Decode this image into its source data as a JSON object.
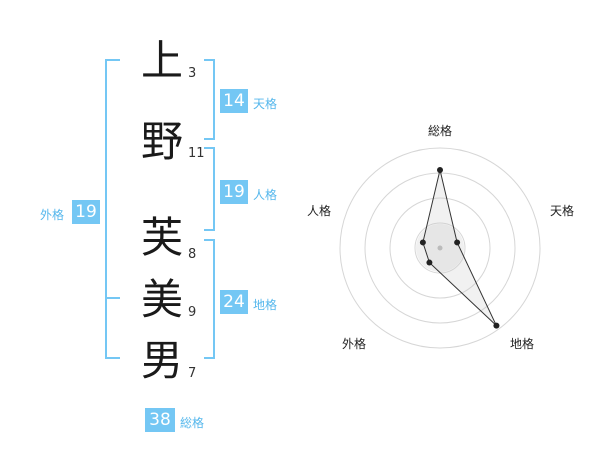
{
  "name": {
    "chars": [
      {
        "kanji": "上",
        "strokes": "3"
      },
      {
        "kanji": "野",
        "strokes": "11"
      },
      {
        "kanji": "芙",
        "strokes": "8"
      },
      {
        "kanji": "美",
        "strokes": "9"
      },
      {
        "kanji": "男",
        "strokes": "7"
      }
    ]
  },
  "kaku": {
    "ten": {
      "value": "14",
      "label": "天格"
    },
    "jin": {
      "value": "19",
      "label": "人格"
    },
    "chi": {
      "value": "24",
      "label": "地格"
    },
    "gai": {
      "value": "19",
      "label": "外格"
    },
    "sou": {
      "value": "38",
      "label": "総格"
    }
  },
  "colors": {
    "accent": "#74c7f4",
    "line": "#6cc0ee"
  },
  "chart_data": {
    "type": "radar",
    "axes": [
      "総格",
      "天格",
      "地格",
      "外格",
      "人格"
    ],
    "values": [
      38,
      14,
      24,
      19,
      19
    ],
    "rings": 4
  }
}
